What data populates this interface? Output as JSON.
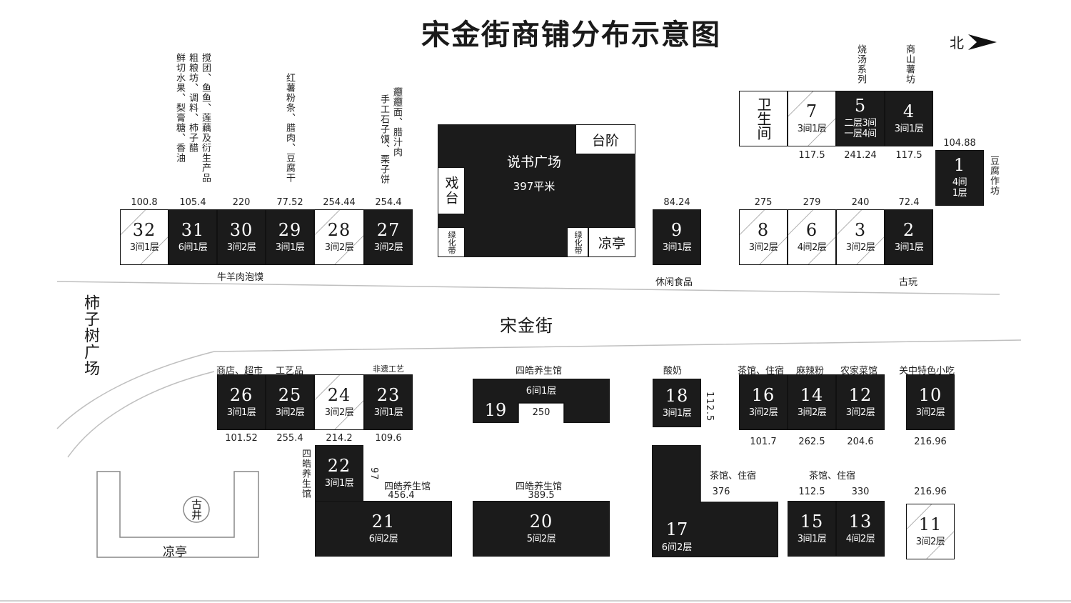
{
  "title": "宋金街商铺分布示意图",
  "north_label": "北",
  "street_label": "宋金街",
  "square_label": "柿子树广场",
  "well_label": "古井",
  "pavilion_label": "凉亭",
  "plaza": {
    "name": "说书广场",
    "area": "397平米",
    "stage": "戏台",
    "steps": "台阶",
    "greenbelt": "绿化带",
    "pavilion": "凉亭"
  },
  "restroom_label": "卫生间",
  "shops": [
    {
      "num": "32",
      "info": "3间1层",
      "area": "100.8",
      "style": "light"
    },
    {
      "num": "31",
      "info": "6间1层",
      "area": "105.4",
      "style": "dark"
    },
    {
      "num": "30",
      "info": "3间2层",
      "area": "220",
      "style": "dark"
    },
    {
      "num": "29",
      "info": "3间1层",
      "area": "77.52",
      "style": "dark"
    },
    {
      "num": "28",
      "info": "3间2层",
      "area": "254.44",
      "style": "light"
    },
    {
      "num": "27",
      "info": "3间2层",
      "area": "254.4",
      "style": "dark"
    },
    {
      "num": "9",
      "info": "3间1层",
      "area": "84.24",
      "style": "dark"
    },
    {
      "num": "8",
      "info": "3间2层",
      "area": "275",
      "style": "light"
    },
    {
      "num": "6",
      "info": "4间2层",
      "area": "279",
      "style": "light"
    },
    {
      "num": "3",
      "info": "3间2层",
      "area": "240",
      "style": "light"
    },
    {
      "num": "2",
      "info": "3间1层",
      "area": "72.4",
      "style": "dark"
    },
    {
      "num": "7",
      "info": "3间1层",
      "area": "117.5",
      "style": "light"
    },
    {
      "num": "5",
      "info": "二层3间\n一层4间",
      "area": "241.24",
      "style": "dark"
    },
    {
      "num": "4",
      "info": "3间1层",
      "area": "117.5",
      "style": "dark"
    },
    {
      "num": "1",
      "info": "4间\n1层",
      "area": "104.88",
      "style": "dark"
    },
    {
      "num": "26",
      "info": "3间1层",
      "area": "101.52",
      "style": "dark"
    },
    {
      "num": "25",
      "info": "3间2层",
      "area": "255.4",
      "style": "dark"
    },
    {
      "num": "24",
      "info": "3间2层",
      "area": "214.2",
      "style": "light"
    },
    {
      "num": "23",
      "info": "3间1层",
      "area": "109.6",
      "style": "dark"
    },
    {
      "num": "19",
      "info": "6间1层",
      "area": "250",
      "style": "dark"
    },
    {
      "num": "18",
      "info": "3间1层",
      "area": "112.5",
      "style": "dark"
    },
    {
      "num": "16",
      "info": "3间2层",
      "area": "101.7",
      "style": "dark"
    },
    {
      "num": "14",
      "info": "3间2层",
      "area": "262.5",
      "style": "dark"
    },
    {
      "num": "12",
      "info": "3间2层",
      "area": "204.6",
      "style": "dark"
    },
    {
      "num": "10",
      "info": "3间2层",
      "area": "216.96",
      "style": "dark"
    },
    {
      "num": "22",
      "info": "3间1层",
      "area": "97",
      "style": "dark"
    },
    {
      "num": "21",
      "info": "6间2层",
      "area": "456.4",
      "style": "dark"
    },
    {
      "num": "20",
      "info": "5间2层",
      "area": "389.5",
      "style": "dark"
    },
    {
      "num": "17",
      "info": "6间2层",
      "area": "376",
      "style": "dark"
    },
    {
      "num": "15",
      "info": "3间1层",
      "area": "112.5",
      "style": "dark"
    },
    {
      "num": "13",
      "info": "4间2层",
      "area": "330",
      "style": "dark"
    },
    {
      "num": "11",
      "info": "3间2层",
      "area": "216.96",
      "style": "light"
    }
  ],
  "business_labels": {
    "shop31": "鲜切水果、梨膏糖、香油",
    "shop30": "搅团、鱼鱼、莲藕及衍生产品",
    "shop30b": "粗粮坊、调料、柿子醋",
    "shop29": "红薯粉条、腊肉、豆腐干",
    "shop27": "手工石子馍、栗子饼",
    "shop27b": "𰻝𰻝面、腊汁肉",
    "shop5": "烧汤系列",
    "shop4": "商山薯坊",
    "shop1": "豆腐作坊",
    "row_north": "牛羊肉泡馍",
    "shop9": "休闲食品",
    "shop2": "古玩",
    "shop26": "商店、超市",
    "shop25": "工艺品",
    "shop23": "非遗工艺",
    "shop19": "四皓养生馆",
    "shop18": "酸奶",
    "shop16": "茶馆、住宿",
    "shop14": "麻辣粉",
    "shop12": "农家菜馆",
    "shop10": "关中特色小吃",
    "shop22": "四皓养生馆",
    "shop21": "四皓养生馆",
    "shop20": "四皓养生馆",
    "shop17": "茶馆、住宿",
    "shop15": "茶馆、住宿"
  }
}
